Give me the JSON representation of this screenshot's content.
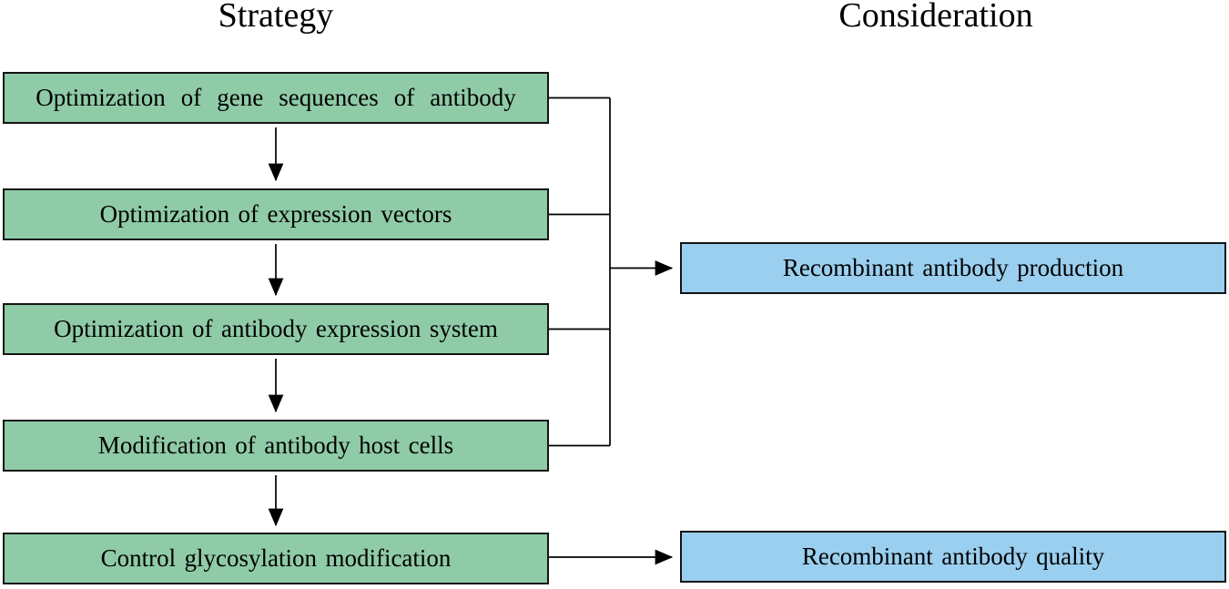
{
  "titles": {
    "left": "Strategy",
    "right": "Consideration"
  },
  "strategy": {
    "boxes": [
      {
        "label": "Optimization of gene sequences of antibody"
      },
      {
        "label": "Optimization of expression vectors"
      },
      {
        "label": "Optimization of antibody expression system"
      },
      {
        "label": "Modification of antibody host cells"
      },
      {
        "label": "Control glycosylation modification"
      }
    ]
  },
  "consideration": {
    "boxes": [
      {
        "label": "Recombinant antibody production"
      },
      {
        "label": "Recombinant antibody quality"
      }
    ]
  },
  "colors": {
    "strategy_fill": "#8fcba7",
    "consideration_fill": "#9acfef",
    "outline": "#141414",
    "line": "#000000"
  }
}
